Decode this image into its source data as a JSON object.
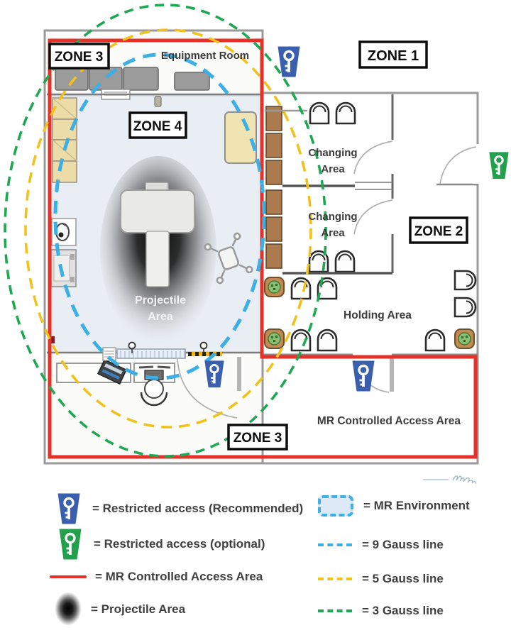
{
  "colors": {
    "mr_controlled_red": "#e63129",
    "nine_gauss_blue": "#3cafe4",
    "five_gauss_yellow": "#f1c21b",
    "three_gauss_green": "#1fa853",
    "restricted_blue": "#3a5fae",
    "optional_green": "#22a04c",
    "mr_environment_fill": "#e9eef5"
  },
  "plan": {
    "zones": {
      "zone1": "ZONE 1",
      "zone2": "ZONE 2",
      "zone3_top": "ZONE 3",
      "zone3_bottom": "ZONE 3",
      "zone4": "ZONE 4"
    },
    "rooms": {
      "equipment_room": "Equipment Room",
      "changing_area_1_line1": "Changing",
      "changing_area_1_line2": "Area",
      "changing_area_2_line1": "Changing",
      "changing_area_2_line2": "Area",
      "holding_area": "Holding Area",
      "mr_controlled_access_area": "MR Controlled Access Area",
      "projectile_line1": "Projectile",
      "projectile_line2": "Area"
    }
  },
  "legend": {
    "left": [
      {
        "icon": "restricted-access-blue-key",
        "label": "= Restricted access (Recommended)"
      },
      {
        "icon": "restricted-access-green-key",
        "label": "= Restricted access (optional)"
      },
      {
        "icon": "red-line",
        "label": "= MR Controlled Access Area"
      },
      {
        "icon": "projectile-gradient-blob",
        "label": "= Projectile Area"
      }
    ],
    "right": [
      {
        "icon": "mr-environment-swatch",
        "label": "= MR Environment"
      },
      {
        "icon": "blue-dashed-line",
        "label": "= 9 Gauss line"
      },
      {
        "icon": "yellow-dashed-line",
        "label": "= 5 Gauss line"
      },
      {
        "icon": "green-dashed-line",
        "label": "= 3 Gauss line"
      }
    ]
  }
}
